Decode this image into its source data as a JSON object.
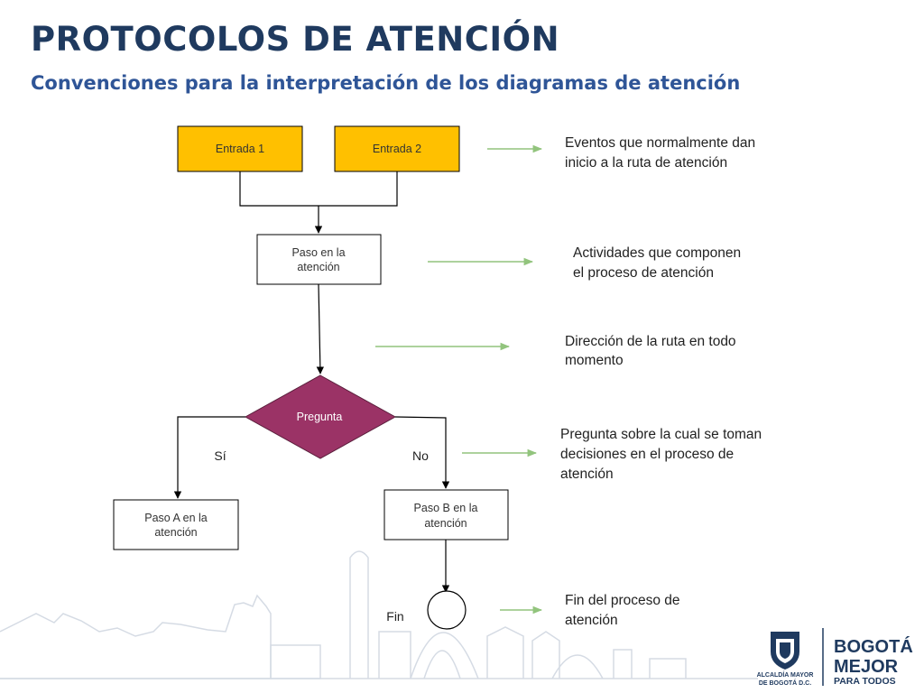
{
  "header": {
    "title": "PROTOCOLOS DE ATENCIÓN",
    "subtitle": "Convenciones para la interpretación de los diagramas de atención"
  },
  "diagram": {
    "entrada1": "Entrada 1",
    "entrada2": "Entrada 2",
    "paso_line1": "Paso en la",
    "paso_line2": "atención",
    "pregunta": "Pregunta",
    "si": "Sí",
    "no": "No",
    "paso_a_line1": "Paso A en la",
    "paso_a_line2": "atención",
    "paso_b_line1": "Paso B en la",
    "paso_b_line2": "atención",
    "fin": "Fin"
  },
  "legend": {
    "entradas_line1": "Eventos que normalmente dan",
    "entradas_line2": "inicio a la ruta de atención",
    "paso_line1": "Actividades que componen",
    "paso_line2": "el proceso de atención",
    "flecha_line1": "Dirección de la ruta en todo",
    "flecha_line2": "momento",
    "pregunta_line1": "Pregunta sobre la cual se toman",
    "pregunta_line2": "decisiones en el proceso de",
    "pregunta_line3": "atención",
    "fin_line1": "Fin del proceso de",
    "fin_line2": "atención"
  },
  "logos": {
    "alcaldia_line1": "ALCALDÍA MAYOR",
    "alcaldia_line2": "DE BOGOTÁ D.C.",
    "bogota_word": "BOGOTÁ",
    "bogota_line2": "MEJOR",
    "bogota_line3": "PARA TODOS"
  },
  "colors": {
    "title": "#1f3a5f",
    "subtitle": "#2f5597",
    "entrada_fill": "#ffc000",
    "pregunta_fill": "#9b3366",
    "legend_arrow": "#92c47d"
  }
}
